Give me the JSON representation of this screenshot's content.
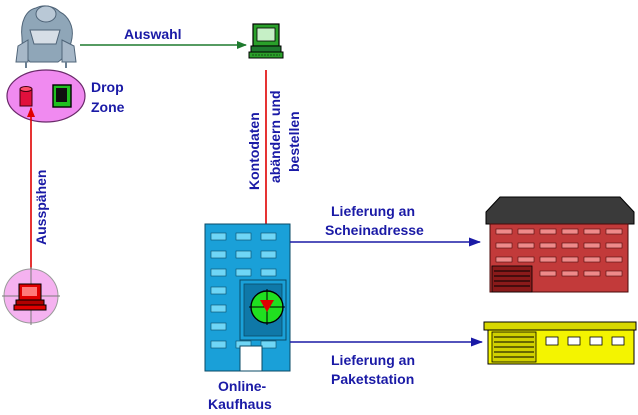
{
  "labels": {
    "auswahl": "Auswahl",
    "drop_zone_line1": "Drop",
    "drop_zone_line2": "Zone",
    "ausspaehen": "Ausspähen",
    "kontodaten_line1": "Kontodaten",
    "kontodaten_line2": "abändern und",
    "kontodaten_line3": "bestellen",
    "lieferung_schein_line1": "Lieferung an",
    "lieferung_schein_line2": "Scheinadresse",
    "lieferung_paket_line1": "Lieferung an",
    "lieferung_paket_line2": "Paketstation",
    "online_kaufhaus_line1": "Online-",
    "online_kaufhaus_line2": "Kaufhaus"
  },
  "colors": {
    "label_text": "#1a1aa6",
    "arrow_green": "#1e7a2e",
    "arrow_red": "#e00000",
    "arrow_blue": "#1a1aa6",
    "drop_zone_fill": "#f08af0",
    "building_blue": "#1aa0d8",
    "warehouse_red": "#c23a3a",
    "warehouse_yellow": "#f4f400",
    "computer_green": "#2aa02a"
  },
  "icons": {
    "hacker": "hacker-figure-icon",
    "drop_zone": "drop-zone-icon",
    "attacker_pc": "attacker-computer-icon",
    "user_pc": "user-computer-icon",
    "shop": "online-shop-building-icon",
    "shop_target": "target-marker-icon",
    "fake_address": "warehouse-building-icon",
    "packstation": "packstation-icon"
  }
}
